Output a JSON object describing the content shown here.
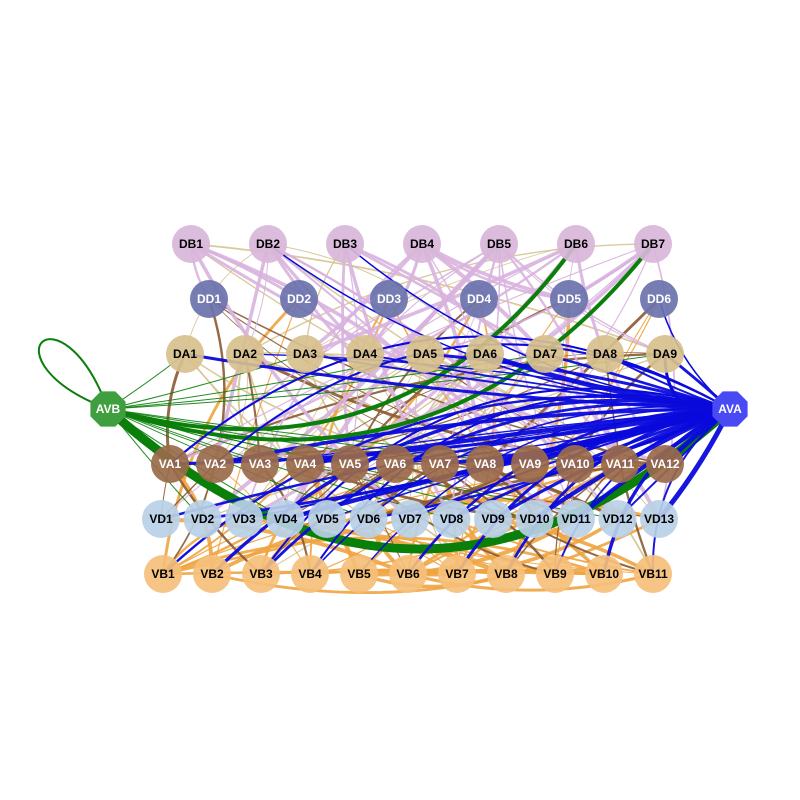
{
  "colors": {
    "DB": "#d8b6d9",
    "DD": "#6a72ad",
    "DA": "#d7c08d",
    "VA": "#9a6a4a",
    "VD": "#b9d0e6",
    "VB": "#f5bf79",
    "AVB": "#3f9f3f",
    "AVA": "#4a4af5",
    "edge_db": "#d8b3de",
    "edge_vb": "#f0a440",
    "edge_va": "#8a5a33",
    "edge_da": "#d2c08c",
    "edge_avb": "#0a7f0a",
    "edge_ava": "#0a0adc"
  },
  "nodes": {
    "avb": "AVB",
    "ava": "AVA",
    "db": [
      "DB1",
      "DB2",
      "DB3",
      "DB4",
      "DB5",
      "DB6",
      "DB7"
    ],
    "dd": [
      "DD1",
      "DD2",
      "DD3",
      "DD4",
      "DD5",
      "DD6"
    ],
    "da": [
      "DA1",
      "DA2",
      "DA3",
      "DA4",
      "DA5",
      "DA6",
      "DA7",
      "DA8",
      "DA9"
    ],
    "va": [
      "VA1",
      "VA2",
      "VA3",
      "VA4",
      "VA5",
      "VA6",
      "VA7",
      "VA8",
      "VA9",
      "VA10",
      "VA11",
      "VA12"
    ],
    "vd": [
      "VD1",
      "VD2",
      "VD3",
      "VD4",
      "VD5",
      "VD6",
      "VD7",
      "VD8",
      "VD9",
      "VD10",
      "VD11",
      "VD12",
      "VD13"
    ],
    "vb": [
      "VB1",
      "VB2",
      "VB3",
      "VB4",
      "VB5",
      "VB6",
      "VB7",
      "VB8",
      "VB9",
      "VB10",
      "VB11"
    ]
  }
}
